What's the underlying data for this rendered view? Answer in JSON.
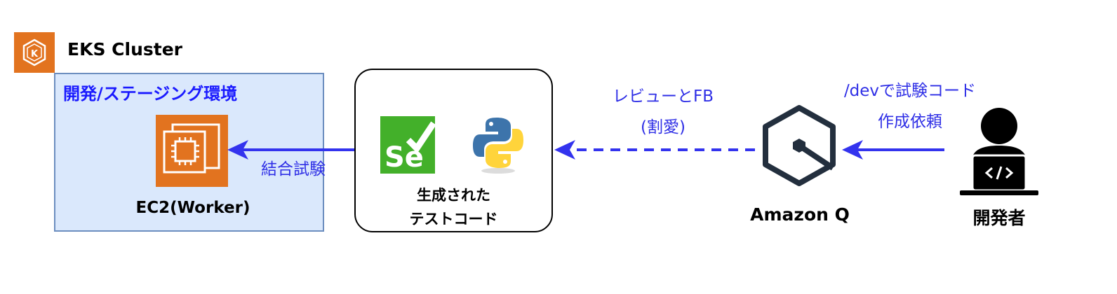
{
  "cluster": {
    "label": "EKS Cluster",
    "icon": "eks-cluster-icon",
    "icon_color": "#E2731F"
  },
  "environment": {
    "label": "開発/ステージング環境",
    "fill_color": "#dae8fc",
    "border_color": "#6c8ebf",
    "label_color": "#1a1aff"
  },
  "ec2": {
    "label": "EC2(Worker)",
    "icon": "ec2-instance-icon",
    "icon_color": "#E2731F"
  },
  "generated": {
    "line1": "生成された",
    "line2": "テストコード",
    "icons": [
      "selenium-logo-icon",
      "python-logo-icon"
    ]
  },
  "amazon_q": {
    "label": "Amazon Q",
    "icon": "amazon-q-icon"
  },
  "developer": {
    "label": "開発者",
    "icon": "developer-laptop-icon"
  },
  "edges": {
    "integration_test": "結合試験",
    "review_line1": "レビューとFB",
    "review_line2": "(割愛)",
    "dev_request_line1": "/devで試験コード",
    "dev_request_line2": "作成依頼",
    "arrow_color": "#3333ee"
  }
}
